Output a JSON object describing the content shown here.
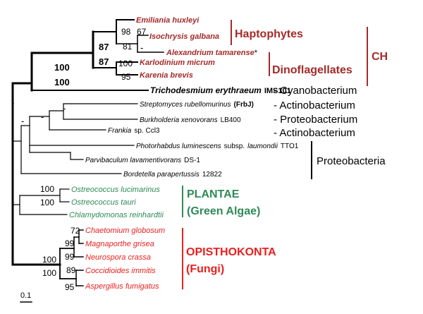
{
  "colors": {
    "chromalveolate": "#a52a2a",
    "plantae": "#2e8b57",
    "fungi": "#e8201e",
    "default": "#000000"
  },
  "taxa": {
    "emiliania": "Emiliania huxleyi",
    "isochrysis": "Isochrysis galbana",
    "alexandrium": "Alexandrium tamarense",
    "alexandrium_mark": "*",
    "karlodinium": "Karlodinium micrum",
    "karenia": "Karenia brevis",
    "trichodesmium": "Trichodesmium erythraeum",
    "trichodesmium_strain": "IMS101",
    "streptomyces": "Streptomyces rubellomurinus",
    "streptomyces_gene": "(FrbJ)",
    "burkholderia": "Burkholderia xenovorans",
    "burkholderia_strain": "LB400",
    "frankia": "Frankia",
    "frankia_strain": "sp. Ccl3",
    "photorhabdus": "Photorhabdus luminescens",
    "photorhabdus_subsp": "subsp.",
    "photorhabdus_sub": "laumondii",
    "photorhabdus_strain": "TTO1",
    "parvibaculum": "Parvibaculum lavamentivorans",
    "parvibaculum_strain": "DS-1",
    "bordetella": "Bordetella parapertussis",
    "bordetella_strain": "12822",
    "ost_luc": "Ostreococcus lucimarinus",
    "ost_tauri": "Ostreococcus tauri",
    "chlamy": "Chlamydomonas reinhardtii",
    "chaetomium": "Chaetomium globosum",
    "magnaporthe": "Magnaporthe grisea",
    "neurospora": "Neurospora crassa",
    "coccidioides": "Coccidioides immitis",
    "aspergillus": "Aspergillus fumigatus"
  },
  "groups": {
    "haptophytes": "Haptophytes",
    "dinoflagellates": "Dinoflagellates",
    "ch": "CH",
    "plantae": "PLANTAE",
    "green_algae": "(Green Algae)",
    "opisthokonta": "OPISTHOKONTA",
    "fungi": "(Fungi)",
    "proteobacteria": "Proteobacteria"
  },
  "lineages": {
    "cyanobacterium": "- Cyanobacterium",
    "actinobacterium_1": "- Actinobacterium",
    "proteobacterium": "- Proteobacterium",
    "actinobacterium_2": "- Actinobacterium"
  },
  "bootstrap": {
    "emi_iso": "98",
    "emi_iso_inner": "67",
    "iso_alex": "81",
    "hapto_dino_upper": "87",
    "hapto_dino_lower": "87",
    "karlo_karen": "100",
    "karenia": "95",
    "ch_upper": "100",
    "ch_lower": "100",
    "ost_luc": "100",
    "ost_tauri": "100",
    "chaetomium": "72",
    "magnaporthe": "99",
    "neurospora": "99",
    "fungi_root_upper": "100",
    "fungi_root_lower": "100",
    "coccidioides": "89",
    "aspergillus": "95"
  },
  "unsupported_mark": "-",
  "scale_bar": {
    "label": "0.1"
  }
}
